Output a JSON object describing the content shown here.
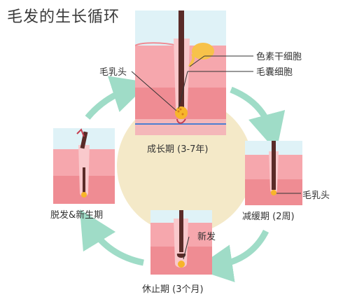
{
  "title": "毛发的生长循环",
  "stages": {
    "anagen": "成长期 (3-7年)",
    "catagen": "减缓期 (2周)",
    "telogen": "休止期 (3个月)",
    "exogen": "脱发&新生期"
  },
  "callouts": {
    "melanocyte": "色素干细胞",
    "papilla_anagen": "毛乳头",
    "follicle_cell": "毛囊细胞",
    "papilla_catagen": "毛乳头",
    "new_hair": "新发"
  },
  "colors": {
    "skin_top": "#f6a7ad",
    "skin_mid": "#ef8c93",
    "skin_bottom": "#f4b7b9",
    "hair": "#5a2b28",
    "papilla": "#f7b52a",
    "arrow": "#9fdcc7",
    "disc": "#f4e9c8",
    "sky": "#dff2f7"
  }
}
